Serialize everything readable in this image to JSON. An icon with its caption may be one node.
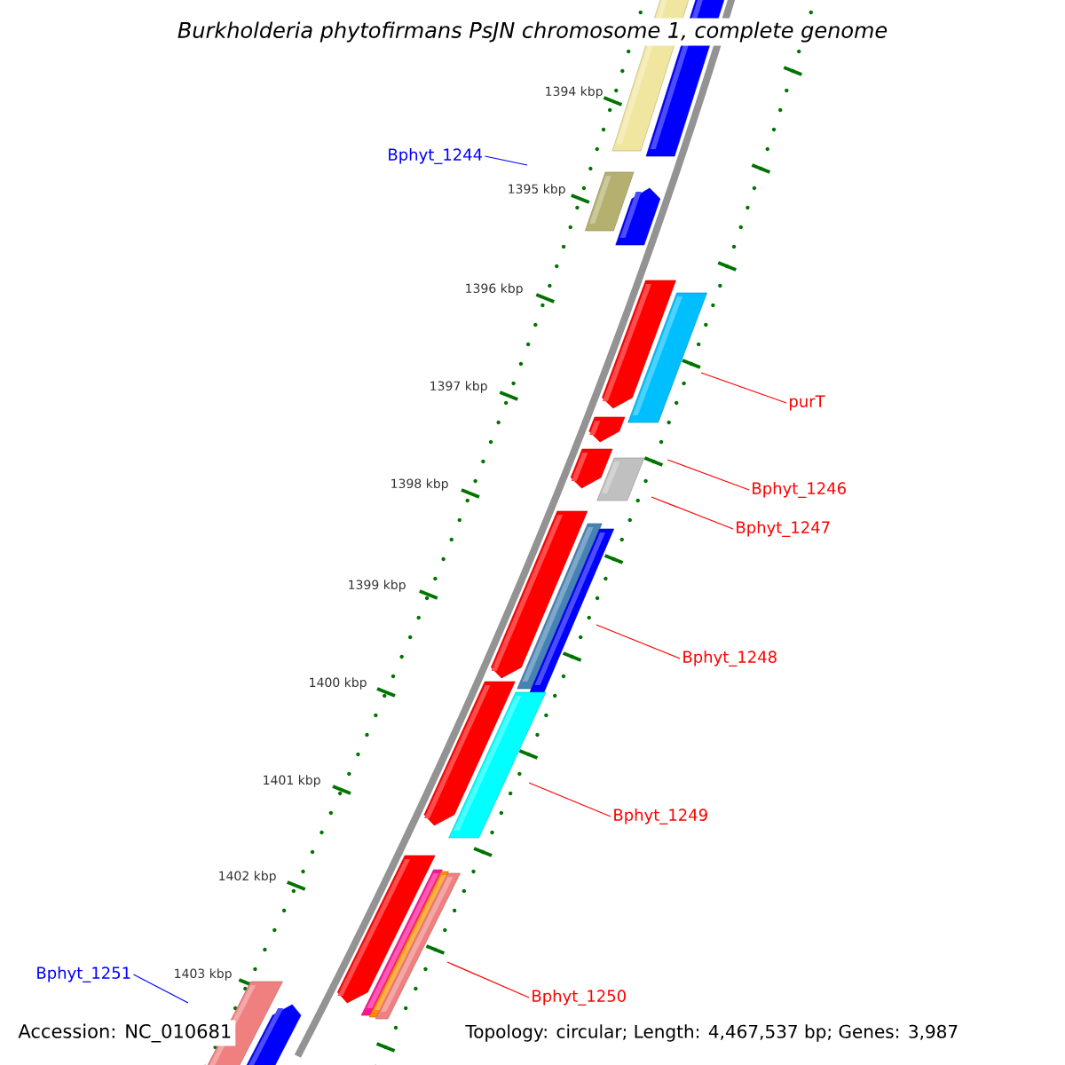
{
  "diagram": {
    "title": "Burkholderia phytofirmans PsJN chromosome 1, complete genome",
    "nodes": [
      {
        "text": [
          "Bphyt_1244"
        ]
      },
      {
        "text": [
          "purT"
        ]
      },
      {
        "text": [
          "Bphyt_1246"
        ]
      },
      {
        "text": [
          "Bphyt_1247"
        ]
      },
      {
        "text": [
          "Bphyt_1248"
        ]
      },
      {
        "text": [
          "Bphyt_1249"
        ]
      },
      {
        "text": [
          "Bphyt_1250"
        ]
      },
      {
        "text": [
          "Bphyt_1251"
        ]
      }
    ],
    "edges": [
      {
        "from": 0,
        "to": null,
        "arrow": "none",
        "color": "#0000ff"
      },
      {
        "from": 1,
        "to": null,
        "arrow": "none"
      },
      {
        "from": 2,
        "to": null,
        "arrow": "none"
      },
      {
        "from": 3,
        "to": null,
        "arrow": "none"
      },
      {
        "from": 4,
        "to": null,
        "arrow": "none"
      },
      {
        "from": 5,
        "to": null,
        "arrow": "none"
      },
      {
        "from": 6,
        "to": null,
        "arrow": "none"
      },
      {
        "from": 7,
        "to": null,
        "arrow": "none",
        "color": "#0000ff"
      }
    ],
    "labels": [
      "1394 kbp",
      "1395 kbp",
      "1396 kbp",
      "1397 kbp",
      "1398 kbp",
      "1399 kbp",
      "1400 kbp",
      "1401 kbp",
      "1402 kbp",
      "1403 kbp",
      "Accession: NC_010681",
      "Topology: circular; Length: 4,467,537 bp; Genes: 3,987"
    ]
  }
}
